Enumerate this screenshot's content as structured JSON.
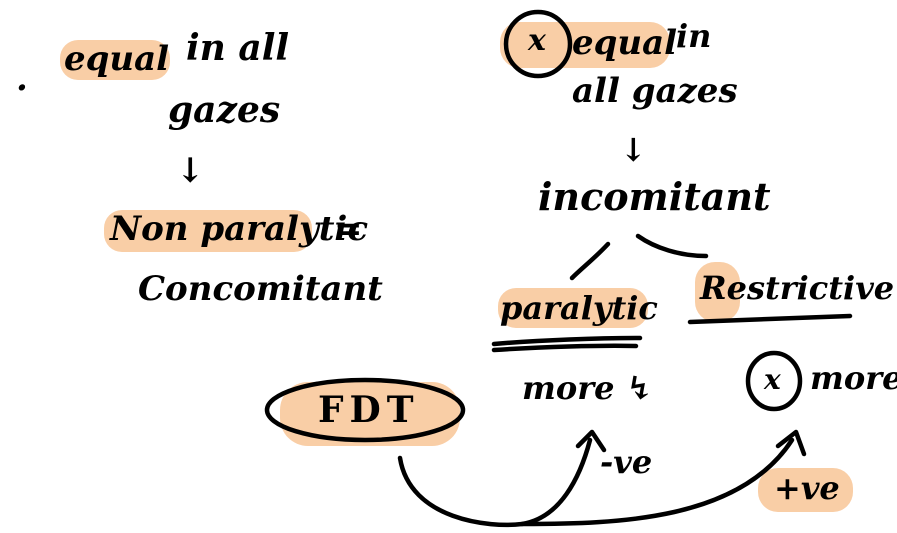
{
  "colors": {
    "ink": "#000000",
    "highlight": "#f8c596",
    "background": "#ffffff"
  },
  "left": {
    "bullet": ".",
    "line1_word1": "equal",
    "line1_rest": "in all",
    "line2": "gazes",
    "arrow": "↓",
    "line3_word": "Non paralytic",
    "line3_rest": "=",
    "line4": "Concomitant"
  },
  "right": {
    "marker": "x",
    "line1_word": "equal",
    "line1_rest": "in",
    "line2": "all gazes",
    "arrow": "↓",
    "heading": "incomitant",
    "branch_left": "paralytic",
    "branch_right": "Restrictive",
    "left_sub": "more ↯",
    "right_sub_marker": "x",
    "right_sub": "more"
  },
  "bottom": {
    "fdt": "FDT",
    "neg": "-ve",
    "pos": "+ve"
  }
}
